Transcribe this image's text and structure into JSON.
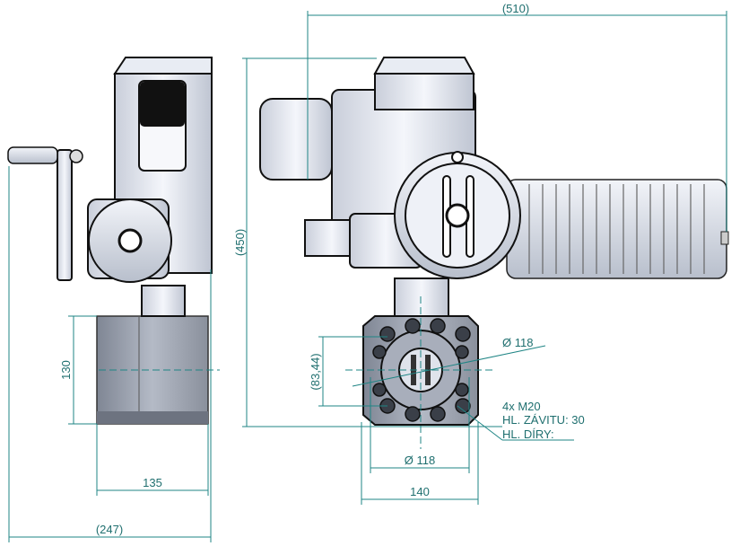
{
  "drawing": {
    "dimensions": {
      "overall_length": "(510)",
      "overall_height": "(450)",
      "overall_width": "(247)",
      "body_height": "130",
      "body_width_side": "135",
      "body_width_front": "140",
      "bolt_circle_diameter": "Ø 118",
      "flange_diameter": "Ø 118",
      "bolt_spacing": "(83,44)"
    },
    "note": {
      "line1": "4x M20",
      "line2": "HL. ZÁVITU: 30",
      "line3": "HL. DÍRY:"
    },
    "colors": {
      "dimension": "#1f8585",
      "body": "#9aa0ad",
      "housing": "#dfe4ee"
    }
  }
}
